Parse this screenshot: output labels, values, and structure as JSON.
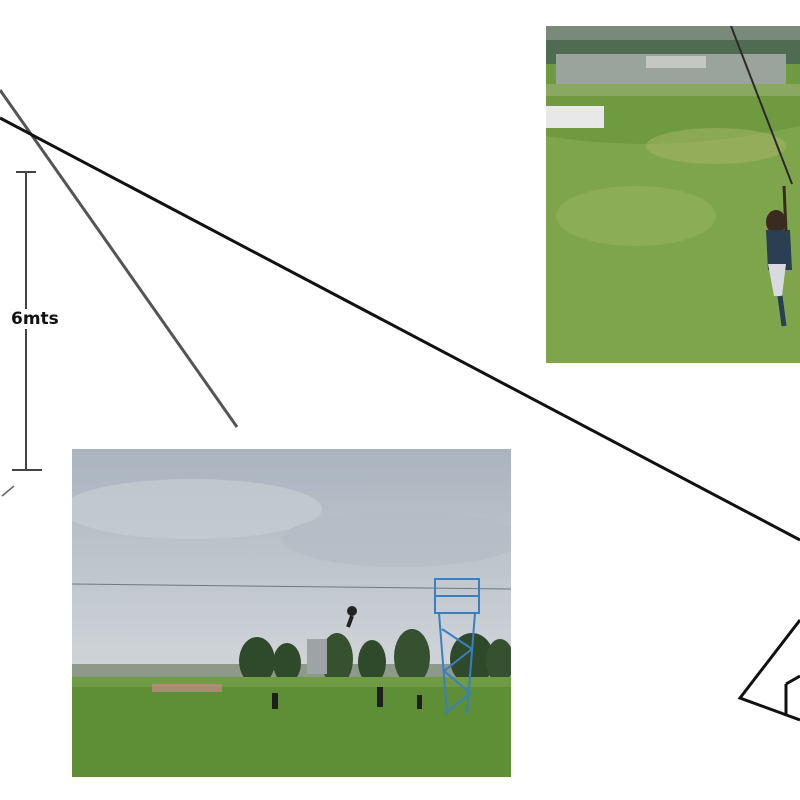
{
  "diagram": {
    "height_label": "6mts",
    "colors": {
      "cable": "#111111",
      "guy_wire": "#555555",
      "sky": "#b9c2cc",
      "grass": "#5e8e36",
      "tower": "#3a7fc2"
    }
  },
  "photos": [
    {
      "name": "zipline-rider-closeup-photo"
    },
    {
      "name": "zipline-field-wide-photo"
    }
  ]
}
